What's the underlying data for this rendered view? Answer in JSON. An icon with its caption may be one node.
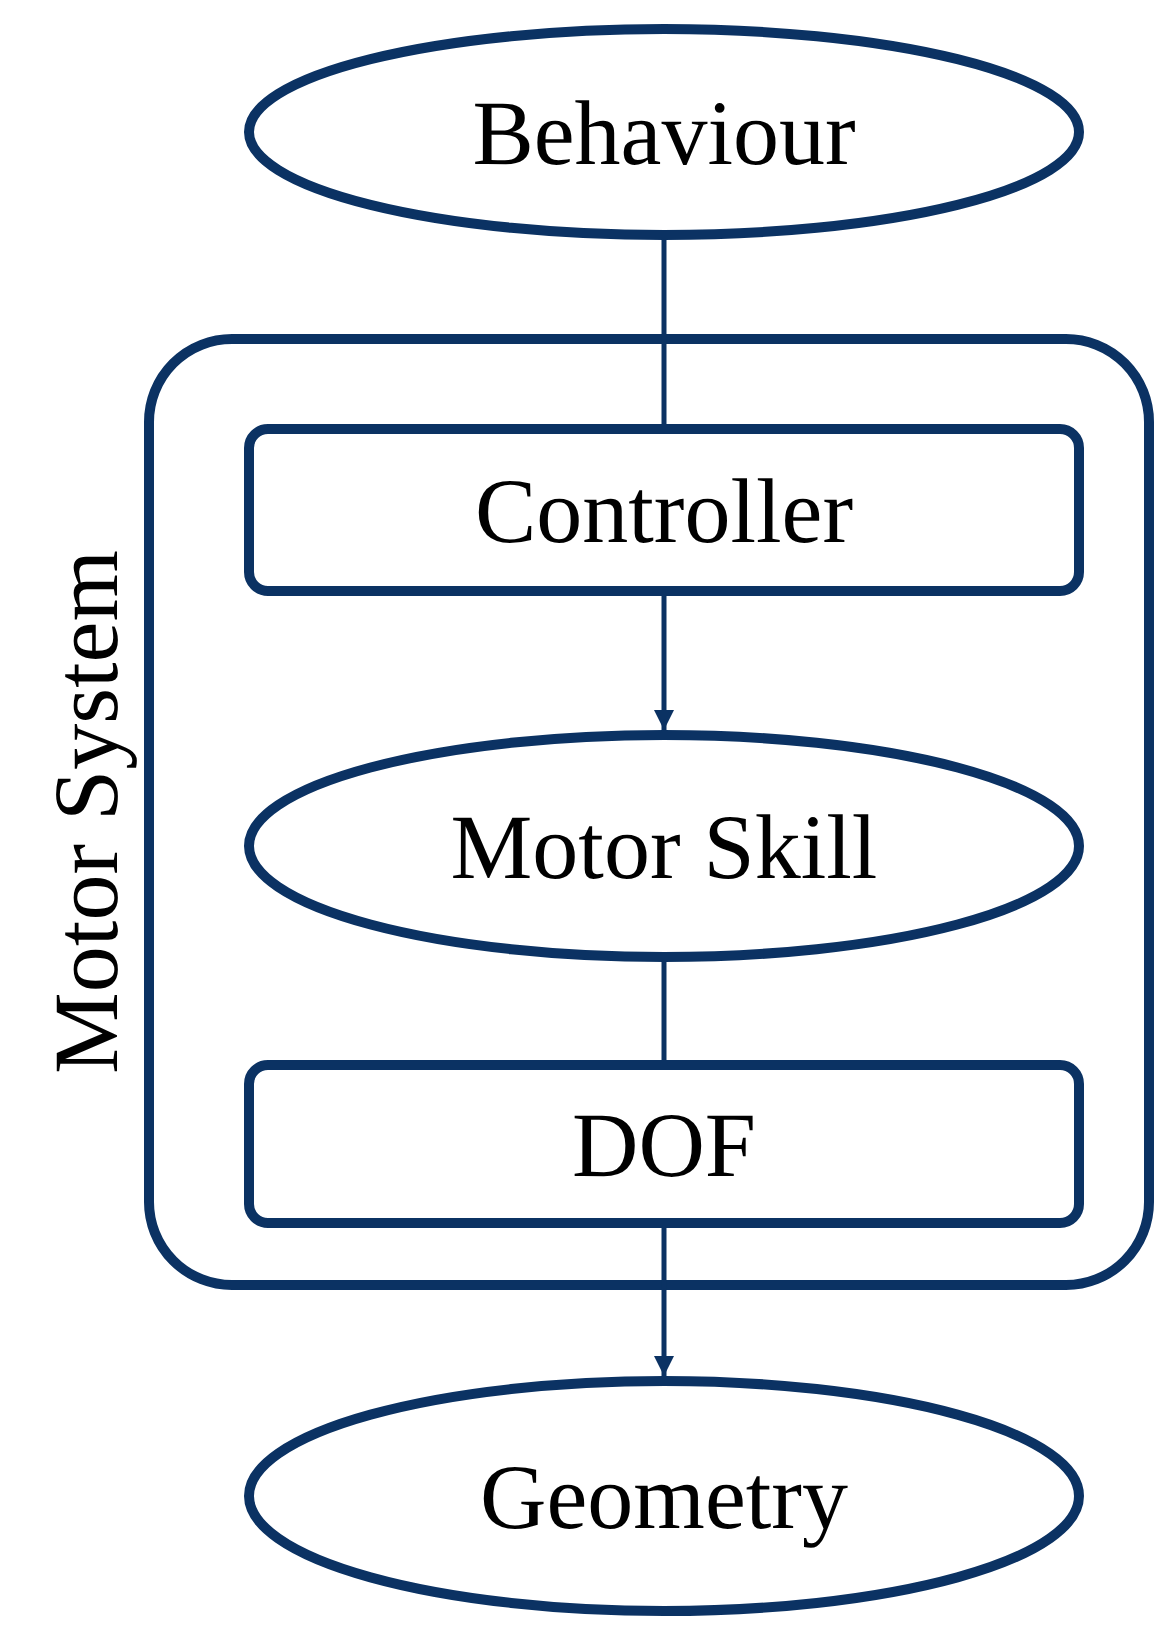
{
  "diagram": {
    "nodes": [
      {
        "text": [
          "Behaviour"
        ]
      },
      {
        "text": [
          "Motor System"
        ]
      },
      {
        "text": [
          "Controller"
        ],
        "in": 1
      },
      {
        "text": [
          "Motor Skill"
        ],
        "in": 1
      },
      {
        "text": [
          "DOF"
        ],
        "in": 1
      },
      {
        "text": [
          "Geometry"
        ]
      }
    ],
    "edges": [
      {
        "from": 0,
        "to": 2,
        "arrow": "none"
      },
      {
        "from": 2,
        "to": 3,
        "arrow": "to"
      },
      {
        "from": 3,
        "to": 4,
        "arrow": "none"
      },
      {
        "from": 4,
        "to": 5,
        "arrow": "to"
      }
    ]
  }
}
